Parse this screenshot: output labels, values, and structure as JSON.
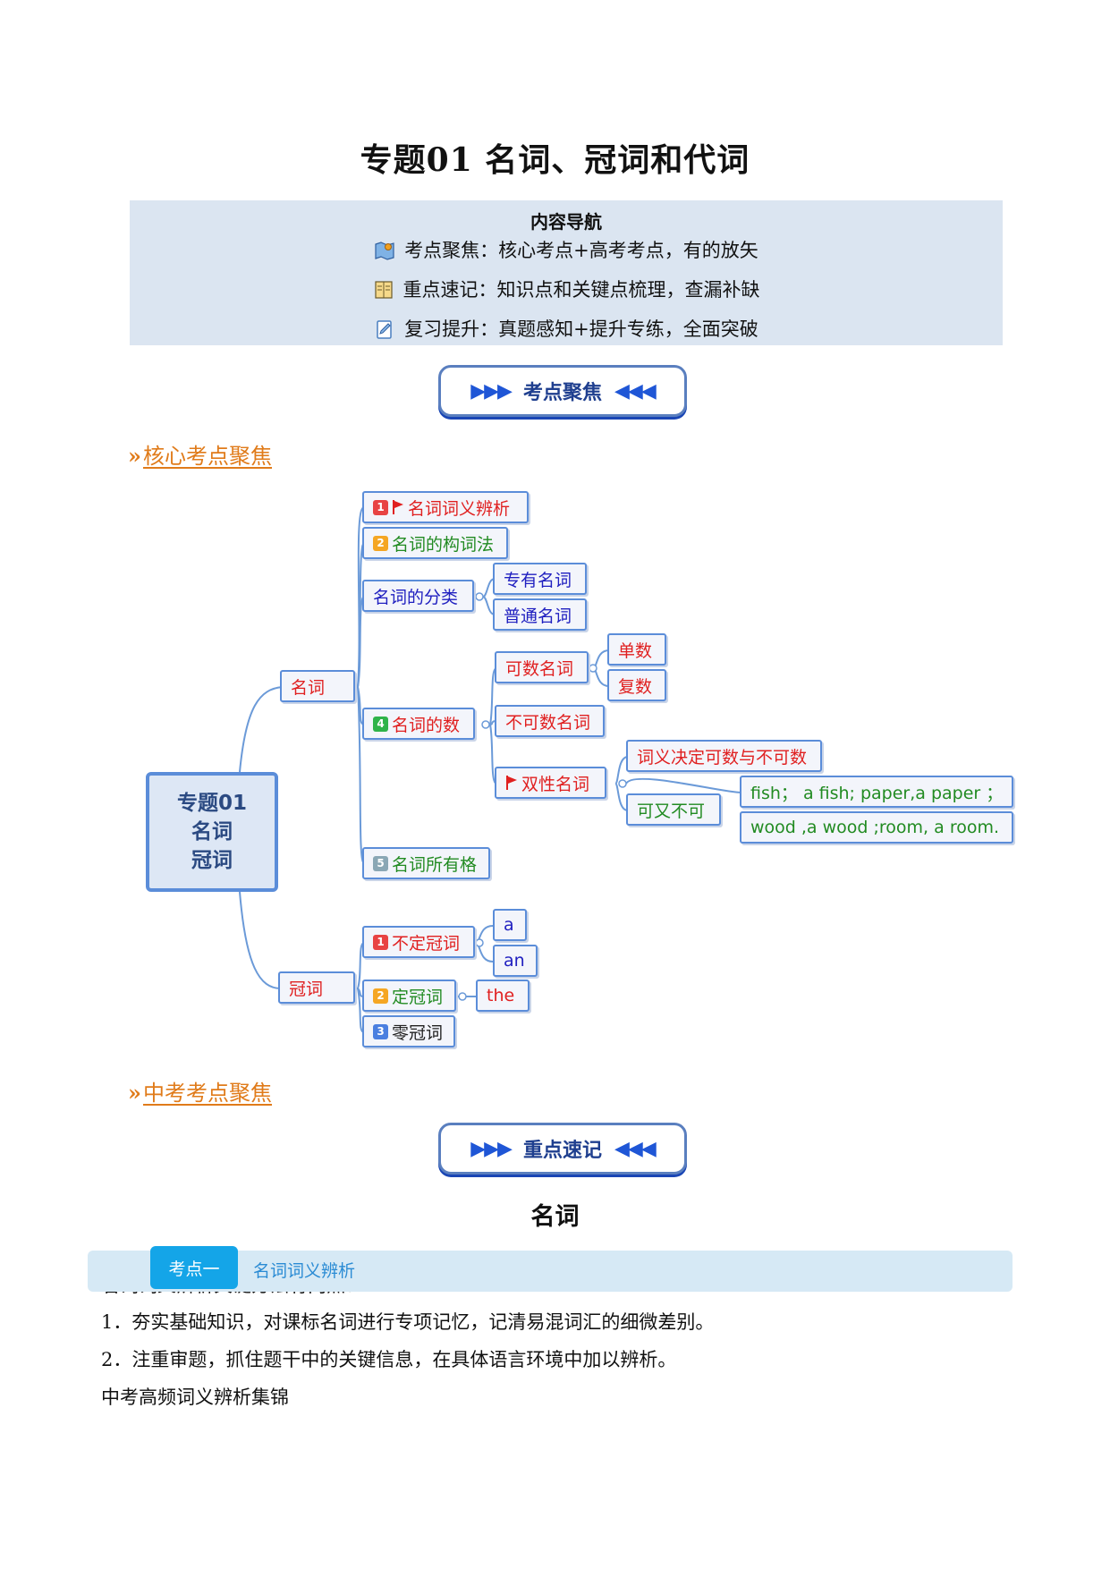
{
  "doc": {
    "title": "专题01 名词、冠词和代词"
  },
  "nav": {
    "heading": "内容导航",
    "lines": [
      {
        "icon": "map-icon",
        "text": "考点聚焦：核心考点+高考考点，有的放矢"
      },
      {
        "icon": "book-icon",
        "text": "重点速记：知识点和关键点梳理，查漏补缺"
      },
      {
        "icon": "edit-icon",
        "text": "复习提升：真题感知+提升专练，全面突破"
      }
    ]
  },
  "banners": {
    "focus": "考点聚焦",
    "notes": "重点速记"
  },
  "sections": {
    "core": "核心考点聚焦",
    "zhongkao": "中考考点聚焦"
  },
  "mindmap": {
    "root_lines": [
      "专题01",
      "名词",
      "冠词"
    ],
    "noun": "名词",
    "article": "冠词",
    "noun_children": {
      "n1": {
        "badge": "1",
        "text": "名词词义辨析"
      },
      "n2": {
        "badge": "2",
        "text": "名词的构词法"
      },
      "n3": {
        "text": "名词的分类"
      },
      "n3a": {
        "text": "专有名词"
      },
      "n3b": {
        "text": "普通名词"
      },
      "n4": {
        "badge": "4",
        "text": "名词的数"
      },
      "n4a": {
        "text": "可数名词"
      },
      "n4a1": {
        "text": "单数"
      },
      "n4a2": {
        "text": "复数"
      },
      "n4b": {
        "text": "不可数名词"
      },
      "n4c": {
        "text": "双性名词"
      },
      "n4c1": {
        "text": "词义决定可数与不可数"
      },
      "n4c2": {
        "text": "可又不可"
      },
      "n4c2a": {
        "text": "fish； a fish;    paper,a paper ；"
      },
      "n4c2b": {
        "text": "wood ,a wood ;room, a room."
      },
      "n5": {
        "badge": "5",
        "text": "名词所有格"
      }
    },
    "article_children": {
      "a1": {
        "badge": "1",
        "text": "不定冠词"
      },
      "a1a": {
        "text": "a"
      },
      "a1b": {
        "text": "an"
      },
      "a2": {
        "badge": "2",
        "text": "定冠词"
      },
      "a2a": {
        "text": "the"
      },
      "a3": {
        "badge": "3",
        "text": "零冠词"
      }
    }
  },
  "notes": {
    "heading": "名词",
    "kp_tag": "考点一",
    "kp_label": "名词词义辨析",
    "cut_line": "名词词义辨析关键方法有两点：",
    "p1": "1．夯实基础知识，对课标名词进行专项记忆，记清易混词汇的细微差别。",
    "p2": "2．注重审题，抓住题干中的关键信息，在具体语言环境中加以辨析。",
    "p3": "中考高频词义辨析集锦"
  },
  "colors": {
    "nav_bg": "#dbe5f1",
    "node_border": "#5b8dd9",
    "section_orange": "#e07b1a",
    "kp_blue": "#14a5e8"
  }
}
